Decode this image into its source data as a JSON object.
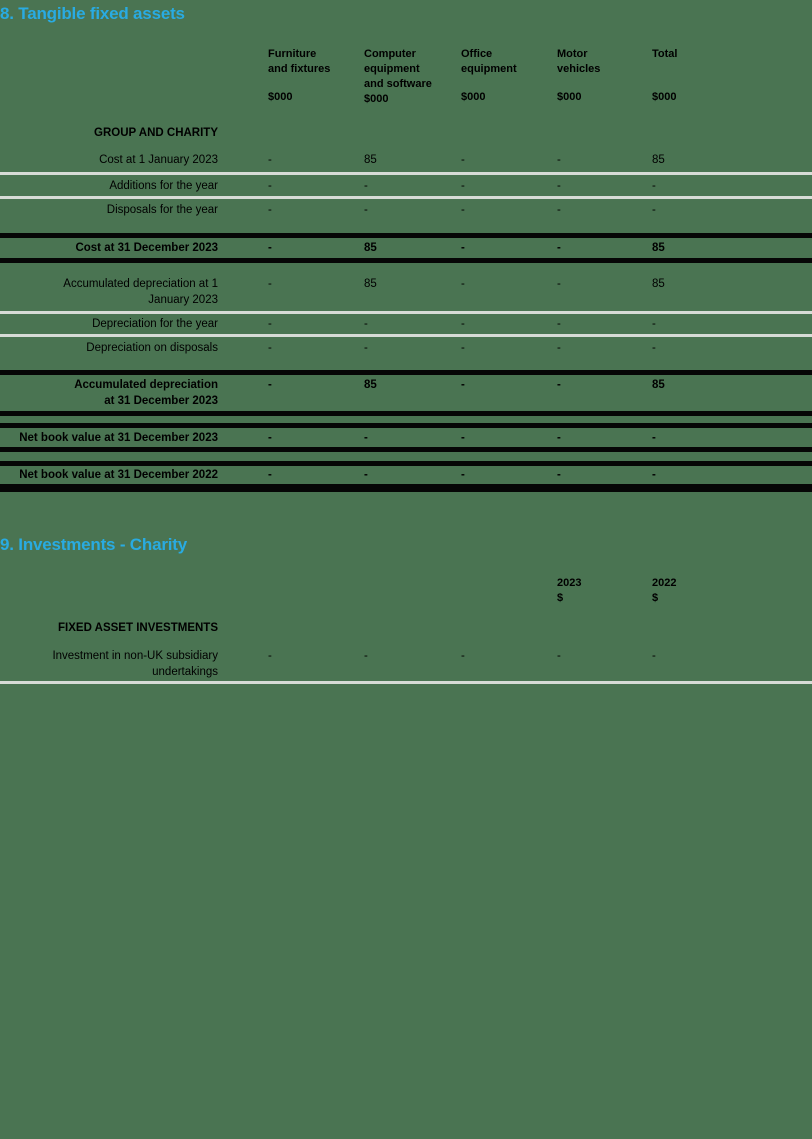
{
  "meta": {
    "background_color": "#4a7452",
    "accent_color": "#29abe2",
    "rule_light_color": "#d7dbd6",
    "rule_dark_color": "#060606"
  },
  "section_tangible": {
    "heading": "8. Tangible fixed assets",
    "columns": [
      {
        "name": "Furniture\nand fixtures",
        "unit": "$000"
      },
      {
        "name": "Computer\nequipment\nand software",
        "unit": "$000"
      },
      {
        "name": "Office\nequipment",
        "unit": "$000"
      },
      {
        "name": "Motor\nvehicles",
        "unit": "$000"
      },
      {
        "name": "Total",
        "unit": "$000"
      }
    ],
    "group_heading": "GROUP AND CHARITY",
    "rows": [
      {
        "label": "Cost at 1 January 2023",
        "values": [
          "-",
          "85",
          "-",
          "-",
          "85"
        ]
      },
      {
        "label": "Additions for the year",
        "values": [
          "-",
          "-",
          "-",
          "-",
          "-"
        ]
      },
      {
        "label": "Disposals for the year",
        "values": [
          "-",
          "-",
          "-",
          "-",
          "-"
        ]
      },
      {
        "label": "Cost at 31 December 2023",
        "values": [
          "-",
          "85",
          "-",
          "-",
          "85"
        ]
      },
      {
        "label": "Accumulated depreciation at 1\nJanuary 2023",
        "values": [
          "-",
          "85",
          "-",
          "-",
          "85"
        ]
      },
      {
        "label": "Depreciation for the year",
        "values": [
          "-",
          "-",
          "-",
          "-",
          "-"
        ]
      },
      {
        "label": "Depreciation on disposals",
        "values": [
          "-",
          "-",
          "-",
          "-",
          "-"
        ]
      },
      {
        "label": "Accumulated depreciation\nat 31 December 2023",
        "values": [
          "-",
          "85",
          "-",
          "-",
          "85"
        ]
      },
      {
        "label": "Net book value at 31 December 2023",
        "values": [
          "-",
          "-",
          "-",
          "-",
          "-"
        ]
      },
      {
        "label": "Net book value at 31 December 2022",
        "values": [
          "-",
          "-",
          "-",
          "-",
          "-"
        ]
      }
    ]
  },
  "section_investments": {
    "heading": "9. Investments - Charity",
    "columns": [
      {
        "year": "2023",
        "unit": "$"
      },
      {
        "year": "2022",
        "unit": "$"
      }
    ],
    "group_heading": "FIXED ASSET INVESTMENTS",
    "rows": [
      {
        "label": "Investment in non-UK subsidiary\nundertakings",
        "values": [
          "-",
          "-",
          "-",
          "-",
          "-"
        ]
      }
    ]
  }
}
